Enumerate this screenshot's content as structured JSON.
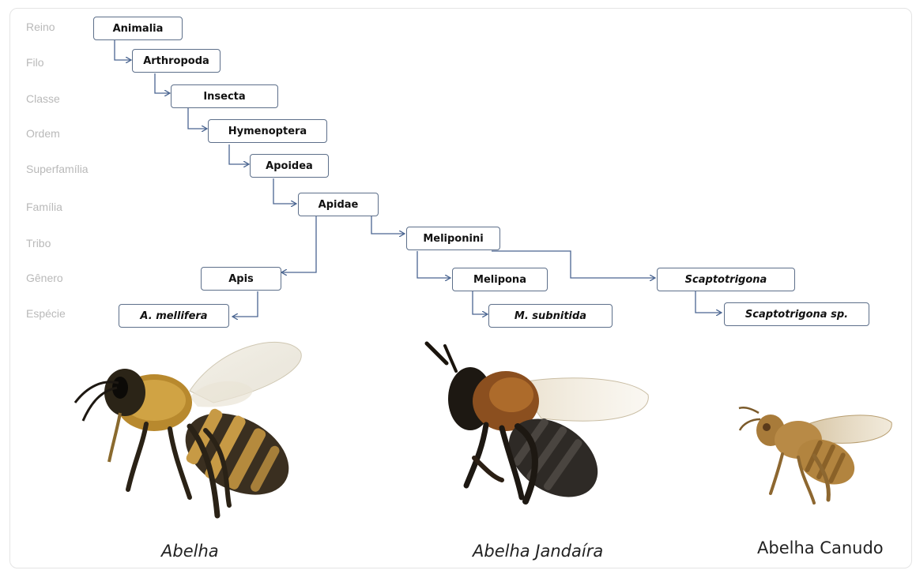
{
  "ranks": [
    "Reino",
    "Filo",
    "Classe",
    "Ordem",
    "Superfamília",
    "Família",
    "Tribo",
    "Gênero",
    "Espécie"
  ],
  "taxa": {
    "animalia": "Animalia",
    "arthropoda": "Arthropoda",
    "insecta": "Insecta",
    "hymenoptera": "Hymenoptera",
    "apoidea": "Apoidea",
    "apidae": "Apidae",
    "meliponini": "Meliponini",
    "apis": "Apis",
    "melipona": "Melipona",
    "scaptotrigona": "Scaptotrigona",
    "a_mellifera": "A. mellifera",
    "m_subnitida": "M. subnitida",
    "scaptotrigona_sp": "Scaptotrigona sp."
  },
  "captions": {
    "abelha": "Abelha",
    "jandaira": "Abelha Jandaíra",
    "canudo": "Abelha Canudo"
  },
  "colors": {
    "box_border": "#5d6f8a",
    "connector": "#4a6591",
    "rank_label": "#b9b9b9"
  }
}
